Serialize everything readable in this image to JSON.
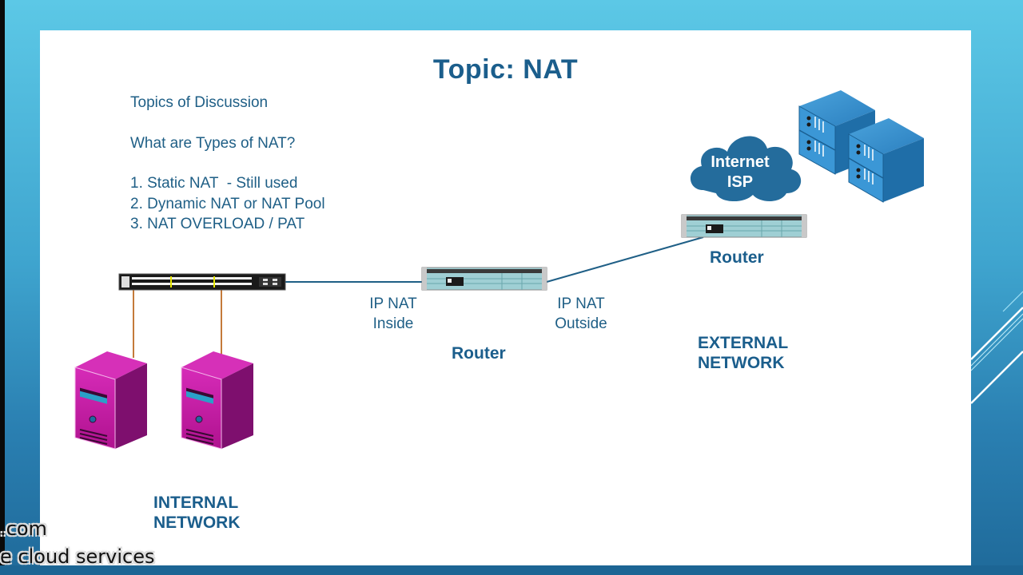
{
  "slide": {
    "title": "Topic: NAT",
    "topics": {
      "heading": "Topics of Discussion",
      "question": "What are Types of NAT?",
      "items": [
        "1. Static NAT  - Still used",
        "2. Dynamic NAT or NAT Pool",
        "3. NAT OVERLOAD / PAT"
      ]
    },
    "diagram": {
      "switch_icon": "network-switch-icon",
      "pc_icon": "desktop-pc-icon",
      "router_icon": "router-icon",
      "cloud_icon": "cloud-icon",
      "server_icon": "server-rack-icon",
      "inside_label": [
        "IP NAT",
        "Inside"
      ],
      "outside_label": [
        "IP NAT",
        "Outside"
      ],
      "center_router_label": "Router",
      "isp_router_label": "Router",
      "cloud_label": [
        "Internet",
        "ISP"
      ],
      "internal_network_label": [
        "INTERNAL",
        "NETWORK"
      ],
      "external_network_label": [
        "EXTERNAL",
        "NETWORK"
      ]
    }
  },
  "captions": {
    "line1": ".com",
    "line2": "e cloud services"
  },
  "colors": {
    "title": "#1b5e8c",
    "text": "#1f5f86",
    "pc": "#c21ea6",
    "server": "#2b7fbf",
    "cloud": "#246c9c",
    "router": "#8fc7cc",
    "link": "#1f5f86",
    "pc_link": "#c47a3a"
  }
}
